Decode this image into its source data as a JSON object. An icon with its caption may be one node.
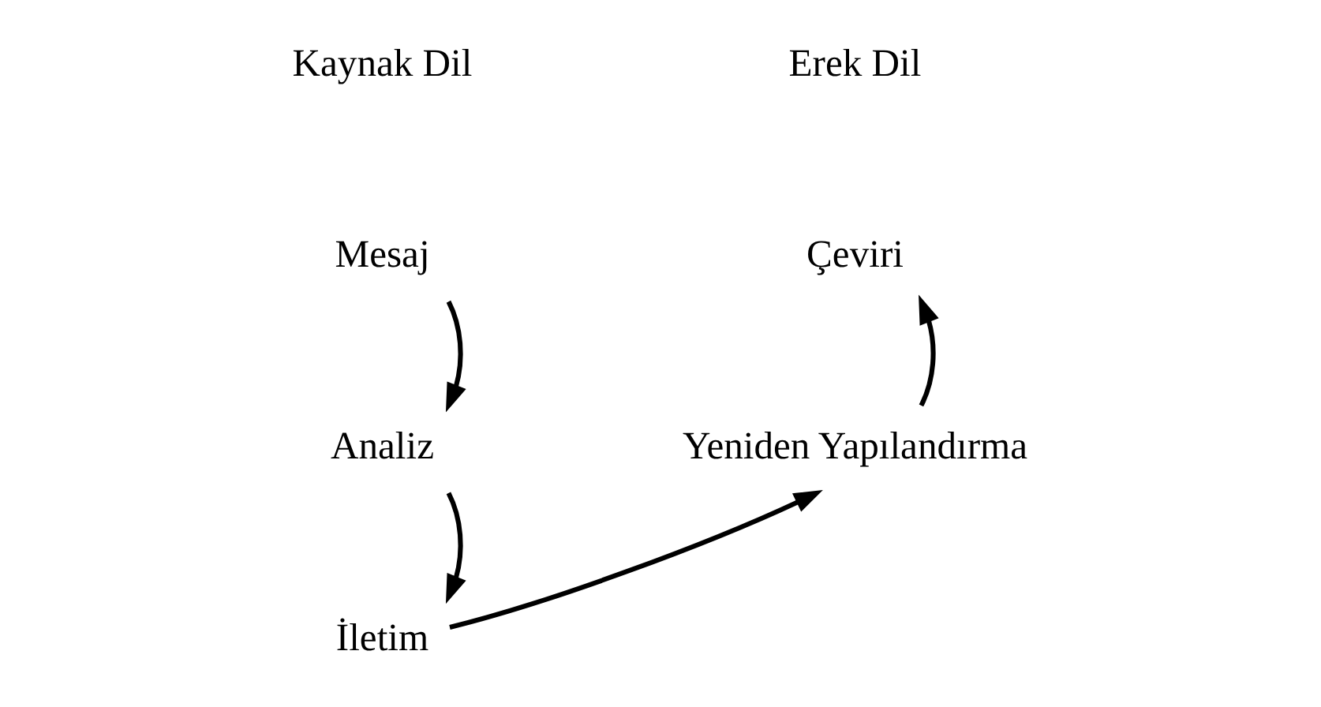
{
  "diagram": {
    "nodes": [
      {
        "text": [
          "Mesaj"
        ]
      },
      {
        "text": [
          "Analiz"
        ]
      },
      {
        "text": [
          "İletim"
        ]
      },
      {
        "text": [
          "Yeniden Yapılandırma"
        ]
      },
      {
        "text": [
          "Çeviri"
        ]
      }
    ],
    "edges": [
      {
        "from": 0,
        "to": 1,
        "arrow": "to"
      },
      {
        "from": 1,
        "to": 2,
        "arrow": "to"
      },
      {
        "from": 2,
        "to": 3,
        "arrow": "to"
      },
      {
        "from": 3,
        "to": 4,
        "arrow": "to"
      }
    ],
    "labels": [
      "Kaynak Dil",
      "Erek Dil"
    ]
  }
}
